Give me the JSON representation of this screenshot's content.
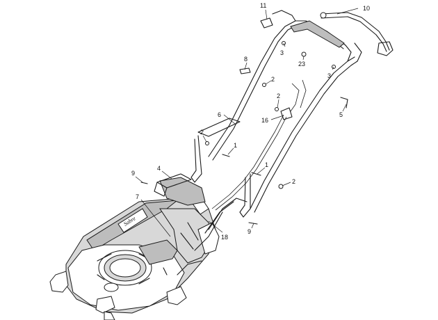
{
  "callouts": [
    {
      "id": "c11",
      "text": "11"
    },
    {
      "id": "c10",
      "text": "10"
    },
    {
      "id": "c3a",
      "text": "3"
    },
    {
      "id": "c23",
      "text": "23"
    },
    {
      "id": "c3b",
      "text": "3"
    },
    {
      "id": "c8",
      "text": "8"
    },
    {
      "id": "c2a",
      "text": "2"
    },
    {
      "id": "c2b",
      "text": "2"
    },
    {
      "id": "c5",
      "text": "5"
    },
    {
      "id": "c6",
      "text": "6"
    },
    {
      "id": "c16",
      "text": "16"
    },
    {
      "id": "c2c",
      "text": "2"
    },
    {
      "id": "c1a",
      "text": "1"
    },
    {
      "id": "c4",
      "text": "4"
    },
    {
      "id": "c9a",
      "text": "9"
    },
    {
      "id": "c1b",
      "text": "1"
    },
    {
      "id": "c2d",
      "text": "2"
    },
    {
      "id": "c7",
      "text": "7"
    },
    {
      "id": "c18",
      "text": "18"
    },
    {
      "id": "c9b",
      "text": "9"
    }
  ],
  "logo": {
    "text": "Sabre"
  }
}
